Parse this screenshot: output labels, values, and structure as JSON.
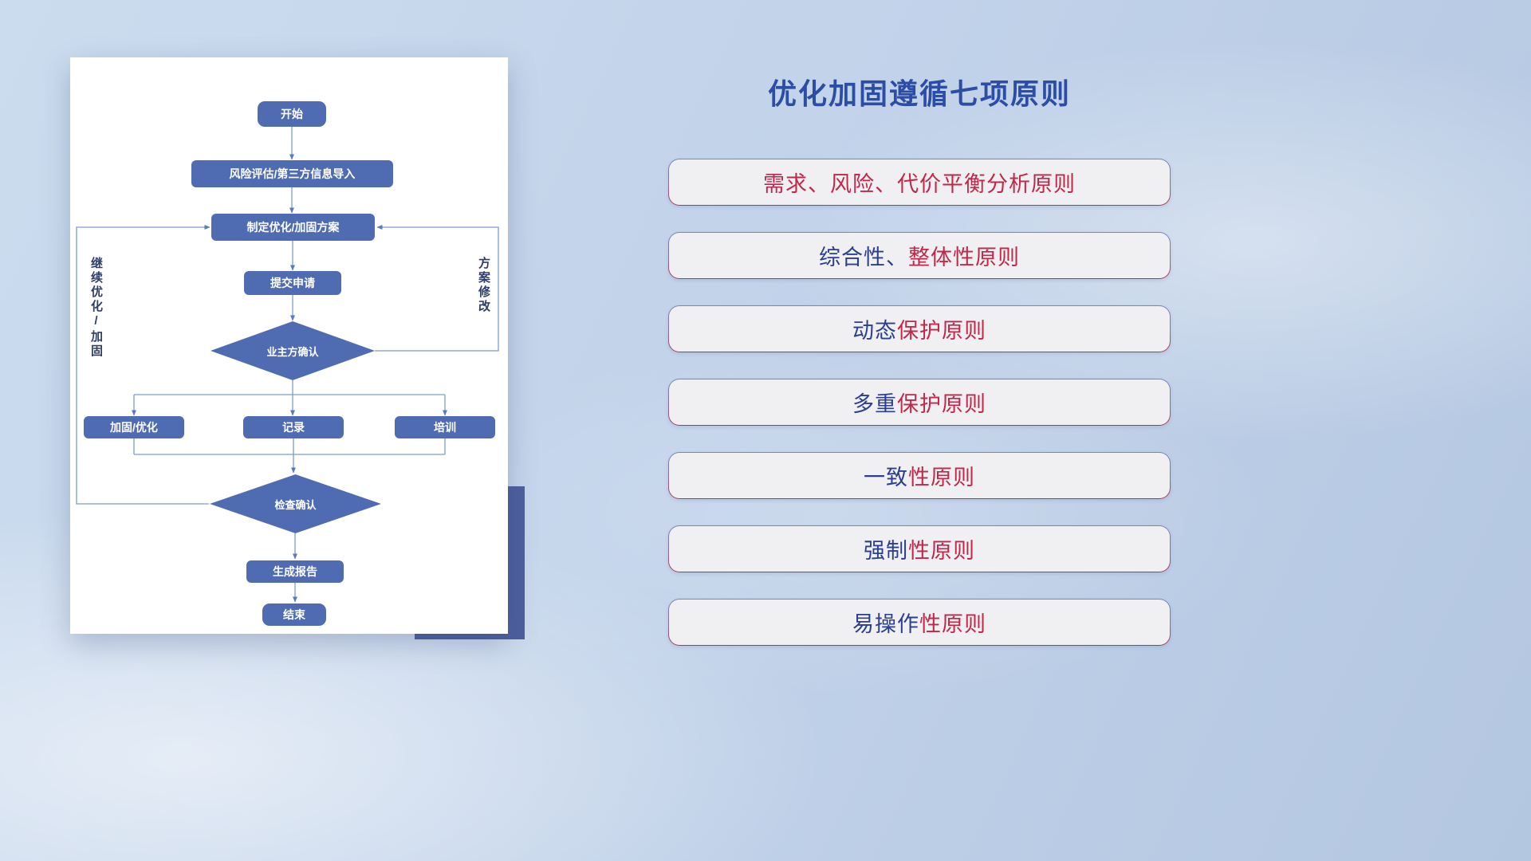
{
  "title": "优化加固遵循七项原则",
  "colors": {
    "node_fill": "#4f6cb2",
    "node_text": "#ffffff",
    "connector_line": "#7e9ccd",
    "title_blue": "#2b4da5",
    "navy": "#2b3f8f",
    "crimson": "#c2274a",
    "accent_block": "#4d5f9e"
  },
  "flowchart": {
    "nodes": {
      "start": "开始",
      "risk_assessment": "风险评估/第三方信息导入",
      "make_plan": "制定优化/加固方案",
      "submit_request": "提交申请",
      "owner_confirm": "业主方确认",
      "reinforce_optimize": "加固/优化",
      "record": "记录",
      "training": "培训",
      "check_confirm": "检查确认",
      "generate_report": "生成报告",
      "end": "结束"
    },
    "edge_labels": {
      "continue_loop": "继续优化/加固",
      "plan_modify": "方案修改"
    }
  },
  "principles": [
    {
      "segments": [
        {
          "text": "需求、风险、代价平衡分析原则",
          "color": "crimson"
        }
      ]
    },
    {
      "segments": [
        {
          "text": "综合性、",
          "color": "navy"
        },
        {
          "text": "整体性原则",
          "color": "crimson"
        }
      ]
    },
    {
      "segments": [
        {
          "text": "动态",
          "color": "navy"
        },
        {
          "text": "保护原则",
          "color": "crimson"
        }
      ]
    },
    {
      "segments": [
        {
          "text": "多重",
          "color": "navy"
        },
        {
          "text": "保护原则",
          "color": "crimson"
        }
      ]
    },
    {
      "segments": [
        {
          "text": "一致",
          "color": "navy"
        },
        {
          "text": "性原则",
          "color": "crimson"
        }
      ]
    },
    {
      "segments": [
        {
          "text": "强制",
          "color": "navy"
        },
        {
          "text": "性原则",
          "color": "crimson"
        }
      ]
    },
    {
      "segments": [
        {
          "text": "易操作",
          "color": "navy"
        },
        {
          "text": "性原则",
          "color": "crimson"
        }
      ]
    }
  ]
}
